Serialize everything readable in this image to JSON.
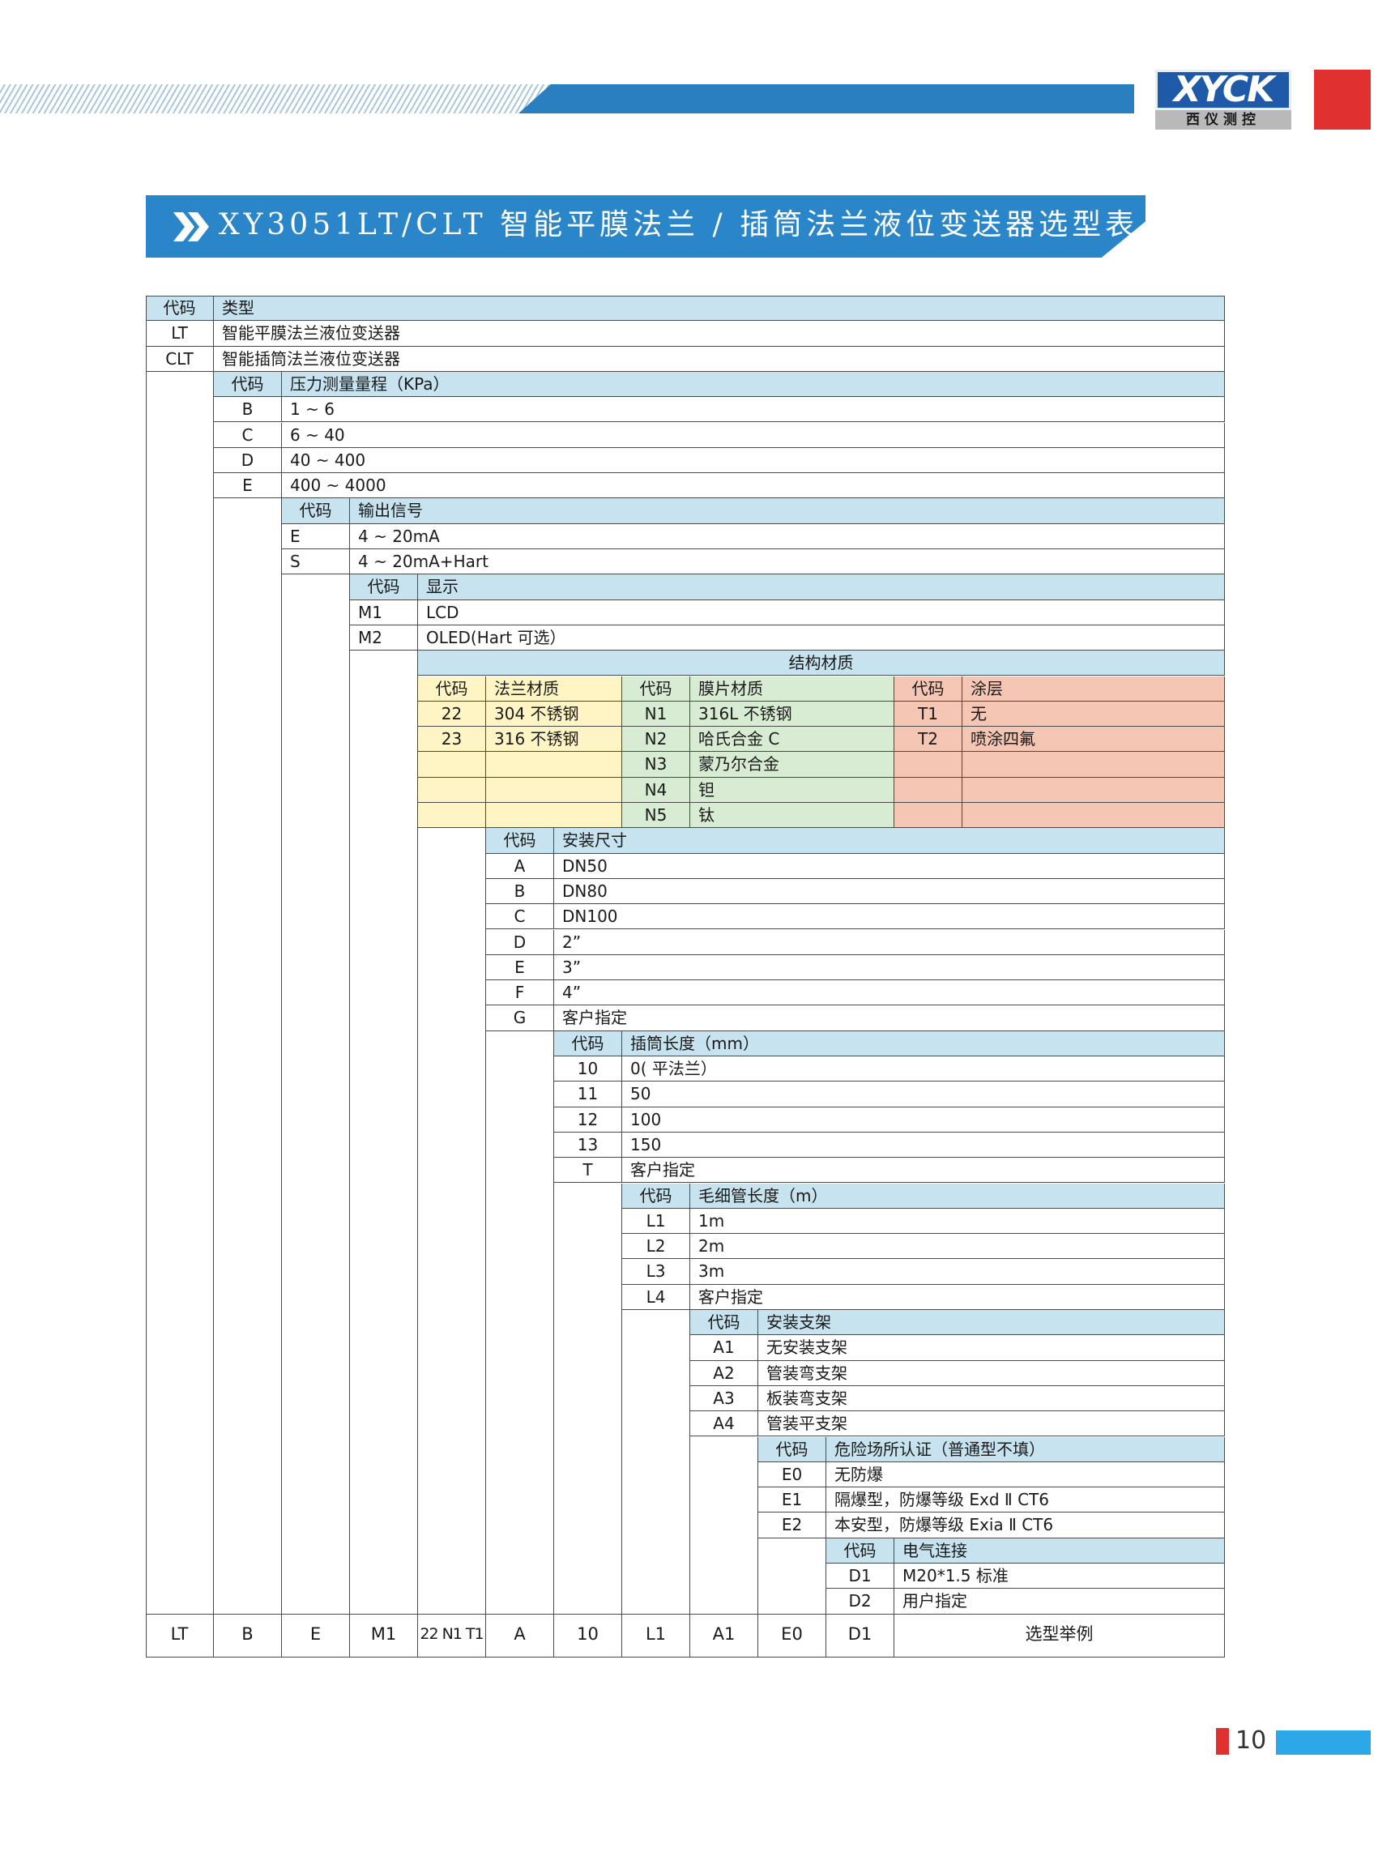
{
  "header": {
    "brand_logo": "XYCK",
    "brand_sub": "西仪测控",
    "title": "XY3051LT/CLT 智能平膜法兰 / 插筒法兰液位变送器选型表",
    "colors": {
      "accent_blue": "#2a86c8",
      "accent_red": "#e03030",
      "logo_blue": "#1f5aa8"
    }
  },
  "page_number": "10",
  "table": {
    "cells": [
      [
        "c0",
        "代码",
        "hd"
      ],
      [
        "c1",
        "类型",
        "hd"
      ],
      [
        "c2",
        "LT",
        ""
      ],
      [
        "c3",
        "智能平膜法兰液位变送器",
        ""
      ],
      [
        "c4",
        "CLT",
        ""
      ],
      [
        "c5",
        "智能插筒法兰液位变送器",
        ""
      ],
      [
        "c6",
        "代码",
        "hd"
      ],
      [
        "c7",
        "压力测量量程（KPa）",
        "hd"
      ],
      [
        "c8",
        "B",
        ""
      ],
      [
        "c9",
        "1 ~ 6",
        ""
      ],
      [
        "c10",
        "C",
        ""
      ],
      [
        "c11",
        "6 ~ 40",
        ""
      ],
      [
        "c12",
        "D",
        ""
      ],
      [
        "c13",
        "40 ~ 400",
        ""
      ],
      [
        "c14",
        "E",
        ""
      ],
      [
        "c15",
        "400 ~ 4000",
        ""
      ],
      [
        "c16",
        "代码",
        "hd"
      ],
      [
        "c17",
        "输出信号",
        "hd"
      ],
      [
        "c18",
        "E",
        ""
      ],
      [
        "c19",
        "4 ~ 20mA",
        ""
      ],
      [
        "c20",
        "S",
        ""
      ],
      [
        "c21",
        "4 ~ 20mA+Hart",
        ""
      ],
      [
        "c22",
        "代码",
        "hd"
      ],
      [
        "c23",
        "显示",
        "hd"
      ],
      [
        "c24",
        "M1",
        ""
      ],
      [
        "c25",
        "LCD",
        ""
      ],
      [
        "c26",
        "M2",
        ""
      ],
      [
        "c27",
        "OLED(Hart 可选）",
        ""
      ],
      [
        "c28",
        "结构材质",
        "hd"
      ],
      [
        "c29",
        "代码",
        "fy"
      ],
      [
        "c30",
        "法兰材质",
        "fy"
      ],
      [
        "c31",
        "代码",
        "fg"
      ],
      [
        "c32",
        "膜片材质",
        "fg"
      ],
      [
        "c33",
        "代码",
        "fr"
      ],
      [
        "c34",
        "涂层",
        "fr"
      ],
      [
        "c35",
        "22",
        "fy"
      ],
      [
        "c36",
        "304 不锈钢",
        "fy"
      ],
      [
        "c37",
        "N1",
        "fg"
      ],
      [
        "c38",
        "316L 不锈钢",
        "fg"
      ],
      [
        "c39",
        "T1",
        "fr"
      ],
      [
        "c40",
        "无",
        "fr"
      ],
      [
        "c41",
        "23",
        "fy"
      ],
      [
        "c42",
        "316 不锈钢",
        "fy"
      ],
      [
        "c43",
        "N2",
        "fg"
      ],
      [
        "c44",
        "哈氏合金 C",
        "fg"
      ],
      [
        "c45",
        "T2",
        "fr"
      ],
      [
        "c46",
        "喷涂四氟",
        "fr"
      ],
      [
        "c47",
        "",
        "fy"
      ],
      [
        "c48",
        "",
        "fy"
      ],
      [
        "c49",
        "N3",
        "fg"
      ],
      [
        "c50",
        "蒙乃尔合金",
        "fg"
      ],
      [
        "c51",
        "",
        "fr"
      ],
      [
        "c52",
        "",
        "fr"
      ],
      [
        "c53",
        "",
        "fy"
      ],
      [
        "c54",
        "",
        "fy"
      ],
      [
        "c55",
        "N4",
        "fg"
      ],
      [
        "c56",
        "钽",
        "fg"
      ],
      [
        "c57",
        "",
        "fr"
      ],
      [
        "c58",
        "",
        "fr"
      ],
      [
        "c59",
        "",
        "fy"
      ],
      [
        "c60",
        "",
        "fy"
      ],
      [
        "c61",
        "N5",
        "fg"
      ],
      [
        "c62",
        "钛",
        "fg"
      ],
      [
        "c63",
        "",
        "fr"
      ],
      [
        "c64",
        "",
        "fr"
      ],
      [
        "c65",
        "代码",
        "hd"
      ],
      [
        "c66",
        "安装尺寸",
        "hd"
      ],
      [
        "c67",
        "A",
        ""
      ],
      [
        "c68",
        "DN50",
        ""
      ],
      [
        "c69",
        "B",
        ""
      ],
      [
        "c70",
        "DN80",
        ""
      ],
      [
        "c71",
        "C",
        ""
      ],
      [
        "c72",
        "DN100",
        ""
      ],
      [
        "c73",
        "D",
        ""
      ],
      [
        "c74",
        "2”",
        ""
      ],
      [
        "c75",
        "E",
        ""
      ],
      [
        "c76",
        "3”",
        ""
      ],
      [
        "c77",
        "F",
        ""
      ],
      [
        "c78",
        "4”",
        ""
      ],
      [
        "c79",
        "G",
        ""
      ],
      [
        "c80",
        "客户指定",
        ""
      ],
      [
        "c81",
        "代码",
        "hd"
      ],
      [
        "c82",
        "插筒长度（mm）",
        "hd"
      ],
      [
        "c83",
        "10",
        ""
      ],
      [
        "c84",
        "0( 平法兰）",
        ""
      ],
      [
        "c85",
        "11",
        ""
      ],
      [
        "c86",
        "50",
        ""
      ],
      [
        "c87",
        "12",
        ""
      ],
      [
        "c88",
        "100",
        ""
      ],
      [
        "c89",
        "13",
        ""
      ],
      [
        "c90",
        "150",
        ""
      ],
      [
        "c91",
        "T",
        ""
      ],
      [
        "c92",
        "客户指定",
        ""
      ],
      [
        "c93",
        "代码",
        "hd"
      ],
      [
        "c94",
        "毛细管长度（m）",
        "hd"
      ],
      [
        "c95",
        "L1",
        ""
      ],
      [
        "c96",
        "1m",
        ""
      ],
      [
        "c97",
        "L2",
        ""
      ],
      [
        "c98",
        "2m",
        ""
      ],
      [
        "c99",
        "L3",
        ""
      ],
      [
        "c100",
        "3m",
        ""
      ],
      [
        "c101",
        "L4",
        ""
      ],
      [
        "c102",
        "客户指定",
        ""
      ],
      [
        "c103",
        "代码",
        "hd"
      ],
      [
        "c104",
        "安装支架",
        "hd"
      ],
      [
        "c105",
        "A1",
        ""
      ],
      [
        "c106",
        "无安装支架",
        ""
      ],
      [
        "c107",
        "A2",
        ""
      ],
      [
        "c108",
        "管装弯支架",
        ""
      ],
      [
        "c109",
        "A3",
        ""
      ],
      [
        "c110",
        "板装弯支架",
        ""
      ],
      [
        "c111",
        "A4",
        ""
      ],
      [
        "c112",
        "管装平支架",
        ""
      ],
      [
        "c113",
        "代码",
        "hd"
      ],
      [
        "c114",
        "危险场所认证（普通型不填）",
        "hd"
      ],
      [
        "c115",
        "E0",
        ""
      ],
      [
        "c116",
        "无防爆",
        ""
      ],
      [
        "c117",
        "E1",
        ""
      ],
      [
        "c118",
        "隔爆型，防爆等级 Exd Ⅱ CT6",
        ""
      ],
      [
        "c119",
        "E2",
        ""
      ],
      [
        "c120",
        "本安型，防爆等级 Exia Ⅱ CT6",
        ""
      ],
      [
        "c121",
        "代码",
        "hd"
      ],
      [
        "c122",
        "电气连接",
        "hd"
      ],
      [
        "c123",
        "D1",
        ""
      ],
      [
        "c124",
        "M20*1.5 标准",
        ""
      ],
      [
        "c125",
        "D2",
        ""
      ],
      [
        "c126",
        "用户指定",
        ""
      ],
      [
        "e0",
        "LT",
        ""
      ],
      [
        "e1",
        "B",
        ""
      ],
      [
        "e2",
        "E",
        ""
      ],
      [
        "e3",
        "M1",
        ""
      ],
      [
        "e4",
        "22 N1 T1",
        ""
      ],
      [
        "e5",
        "A",
        ""
      ],
      [
        "e6",
        "10",
        ""
      ],
      [
        "e7",
        "L1",
        ""
      ],
      [
        "e8",
        "A1",
        ""
      ],
      [
        "e9",
        "E0",
        ""
      ],
      [
        "e10",
        "D1",
        ""
      ],
      [
        "e11",
        "选型举例",
        ""
      ],
      [
        "g0",
        "",
        ""
      ],
      [
        "g1",
        "",
        ""
      ],
      [
        "g2",
        "",
        ""
      ],
      [
        "g3",
        "",
        ""
      ],
      [
        "g4",
        "",
        ""
      ],
      [
        "g5",
        "",
        ""
      ],
      [
        "g6",
        "",
        ""
      ],
      [
        "g7",
        "",
        ""
      ],
      [
        "g8",
        "",
        ""
      ],
      [
        "g9",
        "",
        ""
      ],
      [
        "g10",
        "",
        ""
      ]
    ]
  }
}
